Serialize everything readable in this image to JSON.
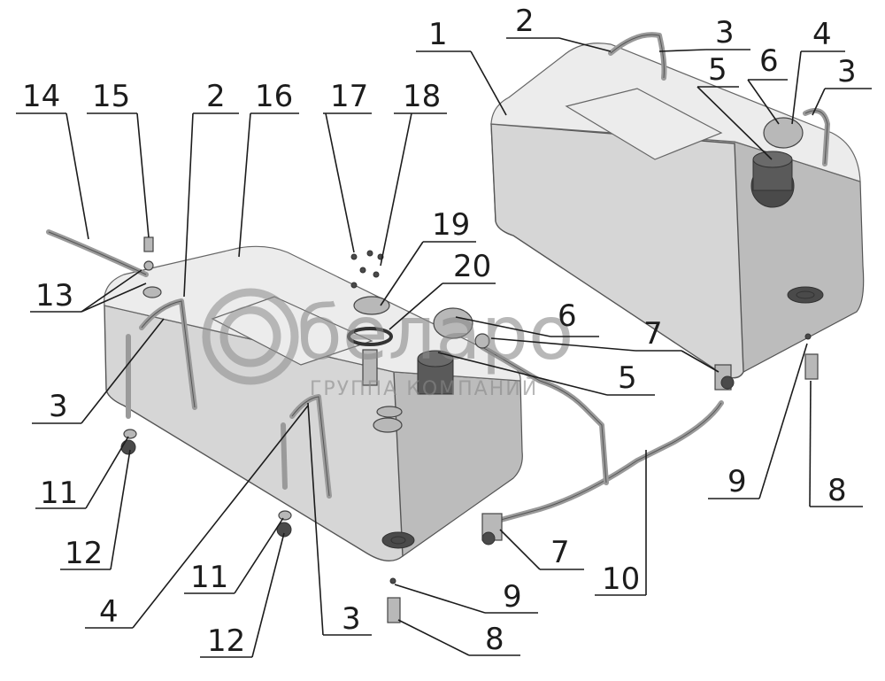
{
  "watermark": {
    "brand": "беларо",
    "subtitle": "ГРУППА КОМПАНИЙ"
  },
  "callouts": [
    {
      "id": "c1",
      "text": "1"
    },
    {
      "id": "c2a",
      "text": "2"
    },
    {
      "id": "c3a",
      "text": "3"
    },
    {
      "id": "c4a",
      "text": "4"
    },
    {
      "id": "c3b",
      "text": "3"
    },
    {
      "id": "c5a",
      "text": "5"
    },
    {
      "id": "c6a",
      "text": "6"
    },
    {
      "id": "c14",
      "text": "14"
    },
    {
      "id": "c15",
      "text": "15"
    },
    {
      "id": "c2b",
      "text": "2"
    },
    {
      "id": "c16",
      "text": "16"
    },
    {
      "id": "c17",
      "text": "17"
    },
    {
      "id": "c18",
      "text": "18"
    },
    {
      "id": "c19",
      "text": "19"
    },
    {
      "id": "c20",
      "text": "20"
    },
    {
      "id": "c13",
      "text": "13"
    },
    {
      "id": "c6b",
      "text": "6"
    },
    {
      "id": "c7a",
      "text": "7"
    },
    {
      "id": "c5b",
      "text": "5"
    },
    {
      "id": "c3c",
      "text": "3"
    },
    {
      "id": "c11a",
      "text": "11"
    },
    {
      "id": "c12a",
      "text": "12"
    },
    {
      "id": "c4b",
      "text": "4"
    },
    {
      "id": "c11b",
      "text": "11"
    },
    {
      "id": "c12b",
      "text": "12"
    },
    {
      "id": "c3d",
      "text": "3"
    },
    {
      "id": "c9a",
      "text": "9"
    },
    {
      "id": "c8a",
      "text": "8"
    },
    {
      "id": "c7b",
      "text": "7"
    },
    {
      "id": "c10",
      "text": "10"
    },
    {
      "id": "c9b",
      "text": "9"
    },
    {
      "id": "c8b",
      "text": "8"
    }
  ]
}
